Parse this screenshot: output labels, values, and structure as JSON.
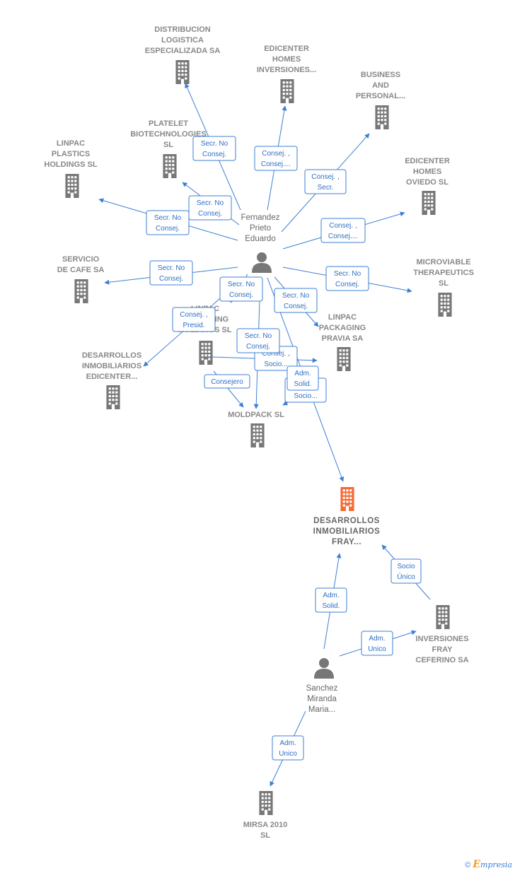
{
  "colors": {
    "edge": "#3d7fd6",
    "company": "#777777",
    "focus": "#f26a35",
    "person": "#777777"
  },
  "companies": [
    {
      "id": "distribucion",
      "lines": [
        "DISTRIBUCION",
        "LOGISTICA",
        "ESPECIALIZADA SA"
      ],
      "icon": "building-icon"
    },
    {
      "id": "edicenter-homes-inv",
      "lines": [
        "EDICENTER",
        "HOMES",
        "INVERSIONES..."
      ],
      "icon": "building-icon"
    },
    {
      "id": "business",
      "lines": [
        "BUSINESS",
        "AND",
        "PERSONAL..."
      ],
      "icon": "building-icon"
    },
    {
      "id": "platelet",
      "lines": [
        "PLATELET",
        "BIOTECHNOLOGIES",
        "SL"
      ],
      "icon": "building-icon"
    },
    {
      "id": "linpac-plastics",
      "lines": [
        "LINPAC",
        "PLASTICS",
        "HOLDINGS SL"
      ],
      "icon": "building-icon"
    },
    {
      "id": "edicenter-oviedo",
      "lines": [
        "EDICENTER",
        "HOMES",
        "OVIEDO  SL"
      ],
      "icon": "building-icon"
    },
    {
      "id": "servicio-cafe",
      "lines": [
        "SERVICIO",
        "DE CAFE SA"
      ],
      "icon": "building-icon"
    },
    {
      "id": "microviable",
      "lines": [
        "MICROVIABLE",
        "THERAPEUTICS",
        "SL"
      ],
      "icon": "building-icon"
    },
    {
      "id": "linpac-holding",
      "lines": [
        "LINPAC",
        "PACKAGING",
        "HOLDINGS SL"
      ],
      "icon": "building-icon"
    },
    {
      "id": "linpac-pravia",
      "lines": [
        "LINPAC",
        "PACKAGING",
        "PRAVIA SA"
      ],
      "icon": "building-icon"
    },
    {
      "id": "desarrollos-edicenter",
      "lines": [
        "DESARROLLOS",
        "INMOBILIARIOS",
        "EDICENTER..."
      ],
      "icon": "building-icon"
    },
    {
      "id": "moldpack",
      "lines": [
        "MOLDPACK SL"
      ],
      "icon": "building-icon"
    },
    {
      "id": "desarrollos-fray",
      "lines": [
        "DESARROLLOS",
        "INMOBILIARIOS",
        "FRAY..."
      ],
      "icon": "building-icon",
      "focus": true
    },
    {
      "id": "inversiones-fray",
      "lines": [
        "INVERSIONES",
        "FRAY",
        "CEFERINO SA"
      ],
      "icon": "building-icon"
    },
    {
      "id": "mirsa",
      "lines": [
        "MIRSA 2010",
        "SL"
      ],
      "icon": "building-icon"
    }
  ],
  "persons": [
    {
      "id": "fernandez",
      "lines": [
        "Fernandez",
        "Prieto",
        "Eduardo"
      ],
      "icon": "person-icon"
    },
    {
      "id": "sanchez",
      "lines": [
        "Sanchez",
        "Miranda",
        "Maria..."
      ],
      "icon": "person-icon"
    }
  ],
  "roles": [
    {
      "id": "r-distribucion",
      "lines": [
        "Secr.  No",
        "Consej."
      ]
    },
    {
      "id": "r-edicenter-inv",
      "lines": [
        "Consej. ,",
        "Consej...."
      ]
    },
    {
      "id": "r-business",
      "lines": [
        "Consej. ,",
        "Secr."
      ]
    },
    {
      "id": "r-platelet",
      "lines": [
        "Secr.  No",
        "Consej."
      ]
    },
    {
      "id": "r-linpac-plastics",
      "lines": [
        "Secr.  No",
        "Consej."
      ]
    },
    {
      "id": "r-edicenter-oviedo",
      "lines": [
        "Consej. ,",
        "Consej...."
      ]
    },
    {
      "id": "r-servicio",
      "lines": [
        "Secr.  No",
        "Consej."
      ]
    },
    {
      "id": "r-microviable",
      "lines": [
        "Secr.  No",
        "Consej."
      ]
    },
    {
      "id": "r-linpac-holding",
      "lines": [
        "Secr.  No",
        "Consej."
      ]
    },
    {
      "id": "r-pravia",
      "lines": [
        "Secr.  No",
        "Consej."
      ]
    },
    {
      "id": "r-desarrollos-edicenter",
      "lines": [
        "Consej. ,",
        "Presid."
      ]
    },
    {
      "id": "r-moldpack-1",
      "lines": [
        "Secr.  No",
        "Consej."
      ]
    },
    {
      "id": "r-moldpack-2",
      "lines": [
        "Consej. ,",
        "Socio..."
      ]
    },
    {
      "id": "r-consejero",
      "lines": [
        "Consejero"
      ]
    },
    {
      "id": "r-adm-solid-1",
      "lines": [
        "Adm.",
        "Solid."
      ]
    },
    {
      "id": "r-socio-2",
      "lines": [
        "Socio..."
      ]
    },
    {
      "id": "r-adm-solid-2",
      "lines": [
        "Adm.",
        "Solid."
      ]
    },
    {
      "id": "r-socio-unico",
      "lines": [
        "Socio",
        "Único"
      ]
    },
    {
      "id": "r-adm-unico-1",
      "lines": [
        "Adm.",
        "Unico"
      ]
    },
    {
      "id": "r-adm-unico-2",
      "lines": [
        "Adm.",
        "Unico"
      ]
    }
  ],
  "footer": {
    "copyright": "©",
    "brand_initial": "E",
    "brand_rest": "mpresia"
  }
}
